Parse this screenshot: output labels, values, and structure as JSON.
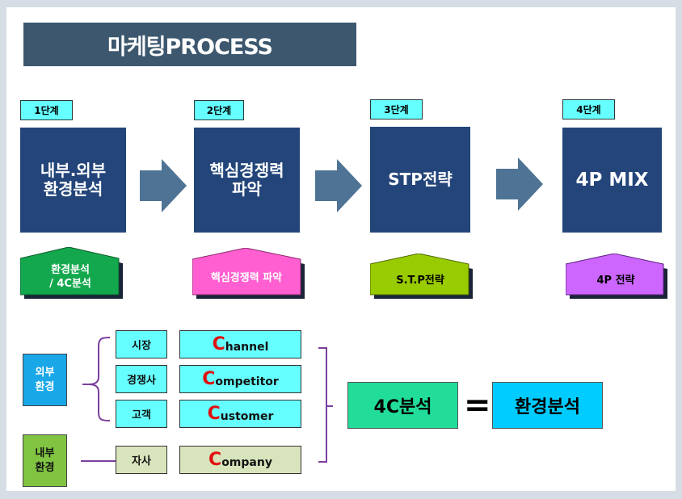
{
  "title": "마케팅PROCESS",
  "colors": {
    "title_bg": "#3c576e",
    "stage_box": "#23457a",
    "step_tag": "#66ffff",
    "arrow": "#4e7394",
    "bracket": "#7b3f9e",
    "red_letter": "#e01010"
  },
  "stages": [
    {
      "step": "1단계",
      "title": "내부.외부\n환경분석",
      "output": "환경분석\n/ 4C분석",
      "output_color": "#14a84e",
      "output_text_color": "#ffffff"
    },
    {
      "step": "2단계",
      "title": "핵심경쟁력\n파악",
      "output": "핵심경쟁력 파악",
      "output_color": "#ff5fd0",
      "output_text_color": "#ffffff"
    },
    {
      "step": "3단계",
      "title": "STP전략",
      "output": "S.T.P전략",
      "output_color": "#99cc00",
      "output_text_color": "#000000"
    },
    {
      "step": "4단계",
      "title": "4P MIX",
      "output": "4P 전략",
      "output_color": "#cc66ff",
      "output_text_color": "#000000"
    }
  ],
  "analysis": {
    "external": {
      "label": "외부\n환경",
      "color": "#19a7e8"
    },
    "internal": {
      "label": "내부\n환경",
      "color": "#80c442"
    },
    "rows": [
      {
        "category": "시장",
        "c_initial": "C",
        "c_rest": "hannel",
        "group": "external"
      },
      {
        "category": "경쟁사",
        "c_initial": "C",
        "c_rest": "ompetitor",
        "group": "external"
      },
      {
        "category": "고객",
        "c_initial": "C",
        "c_rest": "ustomer",
        "group": "external"
      },
      {
        "category": "자사",
        "c_initial": "C",
        "c_rest": "ompany",
        "group": "internal"
      }
    ],
    "external_row_color": "#66ffff",
    "internal_row_color": "#d8e4bc",
    "result_left": {
      "label": "4C분석",
      "color": "#22dd99"
    },
    "equals": "=",
    "result_right": {
      "label": "환경분석",
      "color": "#00ccff"
    }
  }
}
